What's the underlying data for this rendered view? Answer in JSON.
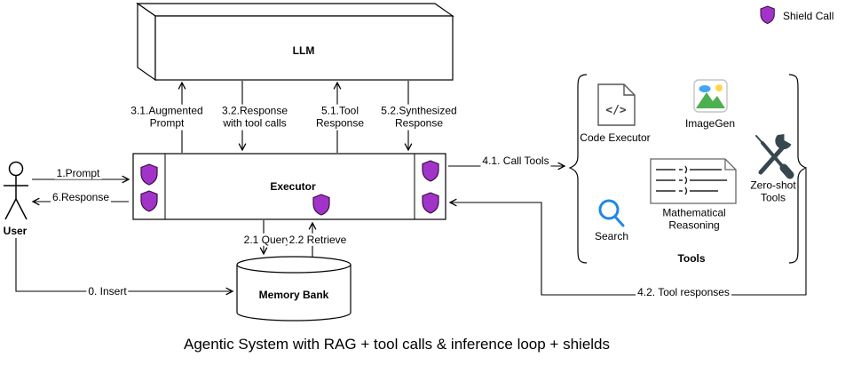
{
  "title": "Agentic System with RAG + tool calls & inference loop + shields",
  "legend": {
    "shield_call": "Shield Call"
  },
  "nodes": {
    "llm": "LLM",
    "executor": "Executor",
    "memory_bank": "Memory Bank",
    "user": "User"
  },
  "tools_group": {
    "label": "Tools",
    "code_executor": "Code Executor",
    "imagegen": "ImageGen",
    "search": "Search",
    "math_reasoning": "Mathematical\nReasoning",
    "zero_shot": "Zero-shot\nTools",
    "code_glyph": "</>"
  },
  "flows": {
    "insert": "0. Insert",
    "prompt": "1.Prompt",
    "query": "2.1 Query",
    "retrieve": "2.2 Retrieve",
    "augmented_prompt": "3.1.Augmented\nPrompt",
    "response_with_tool_calls": "3.2.Response\nwith tool calls",
    "call_tools": "4.1. Call Tools",
    "tool_responses": "4.2. Tool responses",
    "tool_response": "5.1.Tool\nResponse",
    "synthesized_response": "5.2.Synthesized\nResponse",
    "response": "6.Response"
  },
  "colors": {
    "shield_fill": "#A233C9",
    "shield_stroke": "#3A1240",
    "line": "#000000",
    "search_blue": "#1E88E5",
    "tool_dark": "#37474F",
    "imagegen_green": "#4CAF50",
    "imagegen_blue": "#42A5F5"
  }
}
